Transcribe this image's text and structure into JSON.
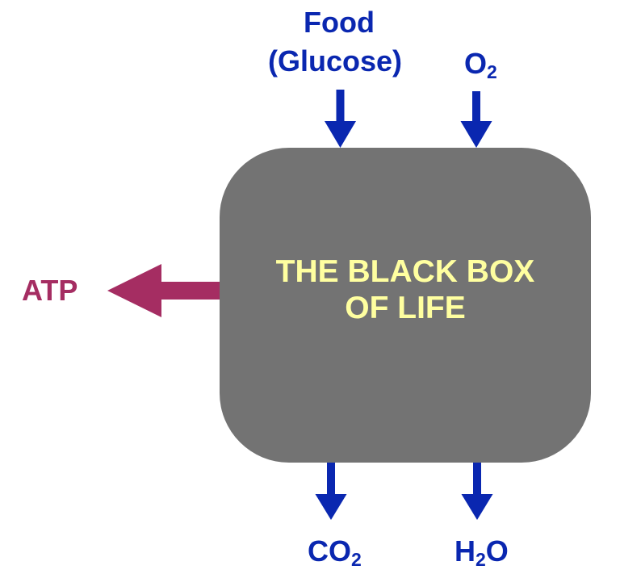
{
  "diagram": {
    "title_line1": "THE BLACK BOX",
    "title_line2": "OF LIFE",
    "inputs": [
      {
        "label_line1": "Food",
        "label_line2": "(Glucose)"
      },
      {
        "label_main": "O",
        "label_sub": "2"
      }
    ],
    "outputs": [
      {
        "label_main": "CO",
        "label_sub": "2"
      },
      {
        "label_pre": "H",
        "label_sub": "2",
        "label_post": "O"
      },
      {
        "label": "ATP"
      }
    ],
    "colors": {
      "box": "#737373",
      "title": "#FFFFA0",
      "input_output_arrows": "#0A27B0",
      "atp_arrow": "#A52D62"
    }
  }
}
